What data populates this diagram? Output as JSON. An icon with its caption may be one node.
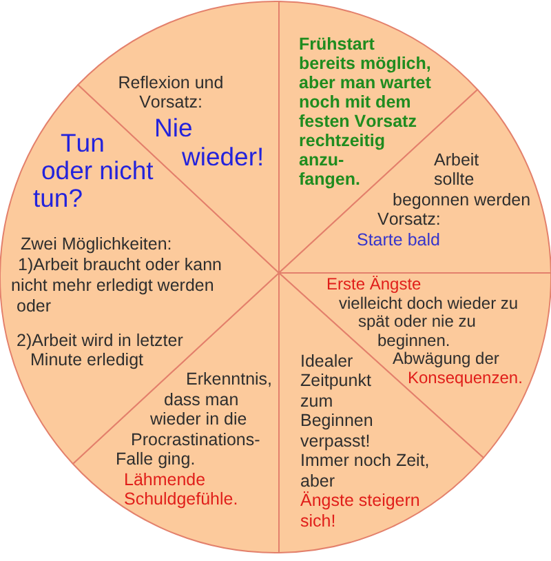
{
  "diagram": {
    "nodes": [
      {
        "text": [
          "Frühstart bereits möglich, aber man wartet noch mit dem festen Vorsatz rechtzeitig anzu- fangen."
        ]
      },
      {
        "text": [
          "Arbeit sollte begonnen werden",
          "Vorsatz:",
          "Starte bald"
        ]
      },
      {
        "text": [
          "Erste Ängste",
          "vielleicht doch wieder zu spät oder nie zu beginnen.",
          "Abwägung der",
          "Konsequenzen."
        ]
      },
      {
        "text": [
          "Idealer Zeitpunkt zum Beginnen verpasst!",
          "Immer noch Zeit, aber",
          "Ängste steigern sich!"
        ]
      },
      {
        "text": [
          "Erkenntnis, dass man wieder in die Procrastinations- Falle ging.",
          "Lähmende Schuldgefühle."
        ]
      },
      {
        "text": [
          "Tun oder nicht tun?",
          "Zwei Möglichkeiten:",
          "1)Arbeit braucht oder kann nicht mehr erledigt werden oder",
          "2)Arbeit wird in letzter Minute erledigt"
        ]
      },
      {
        "text": [
          "Reflexion und Vorsatz:",
          "Nie wieder!"
        ]
      }
    ]
  }
}
